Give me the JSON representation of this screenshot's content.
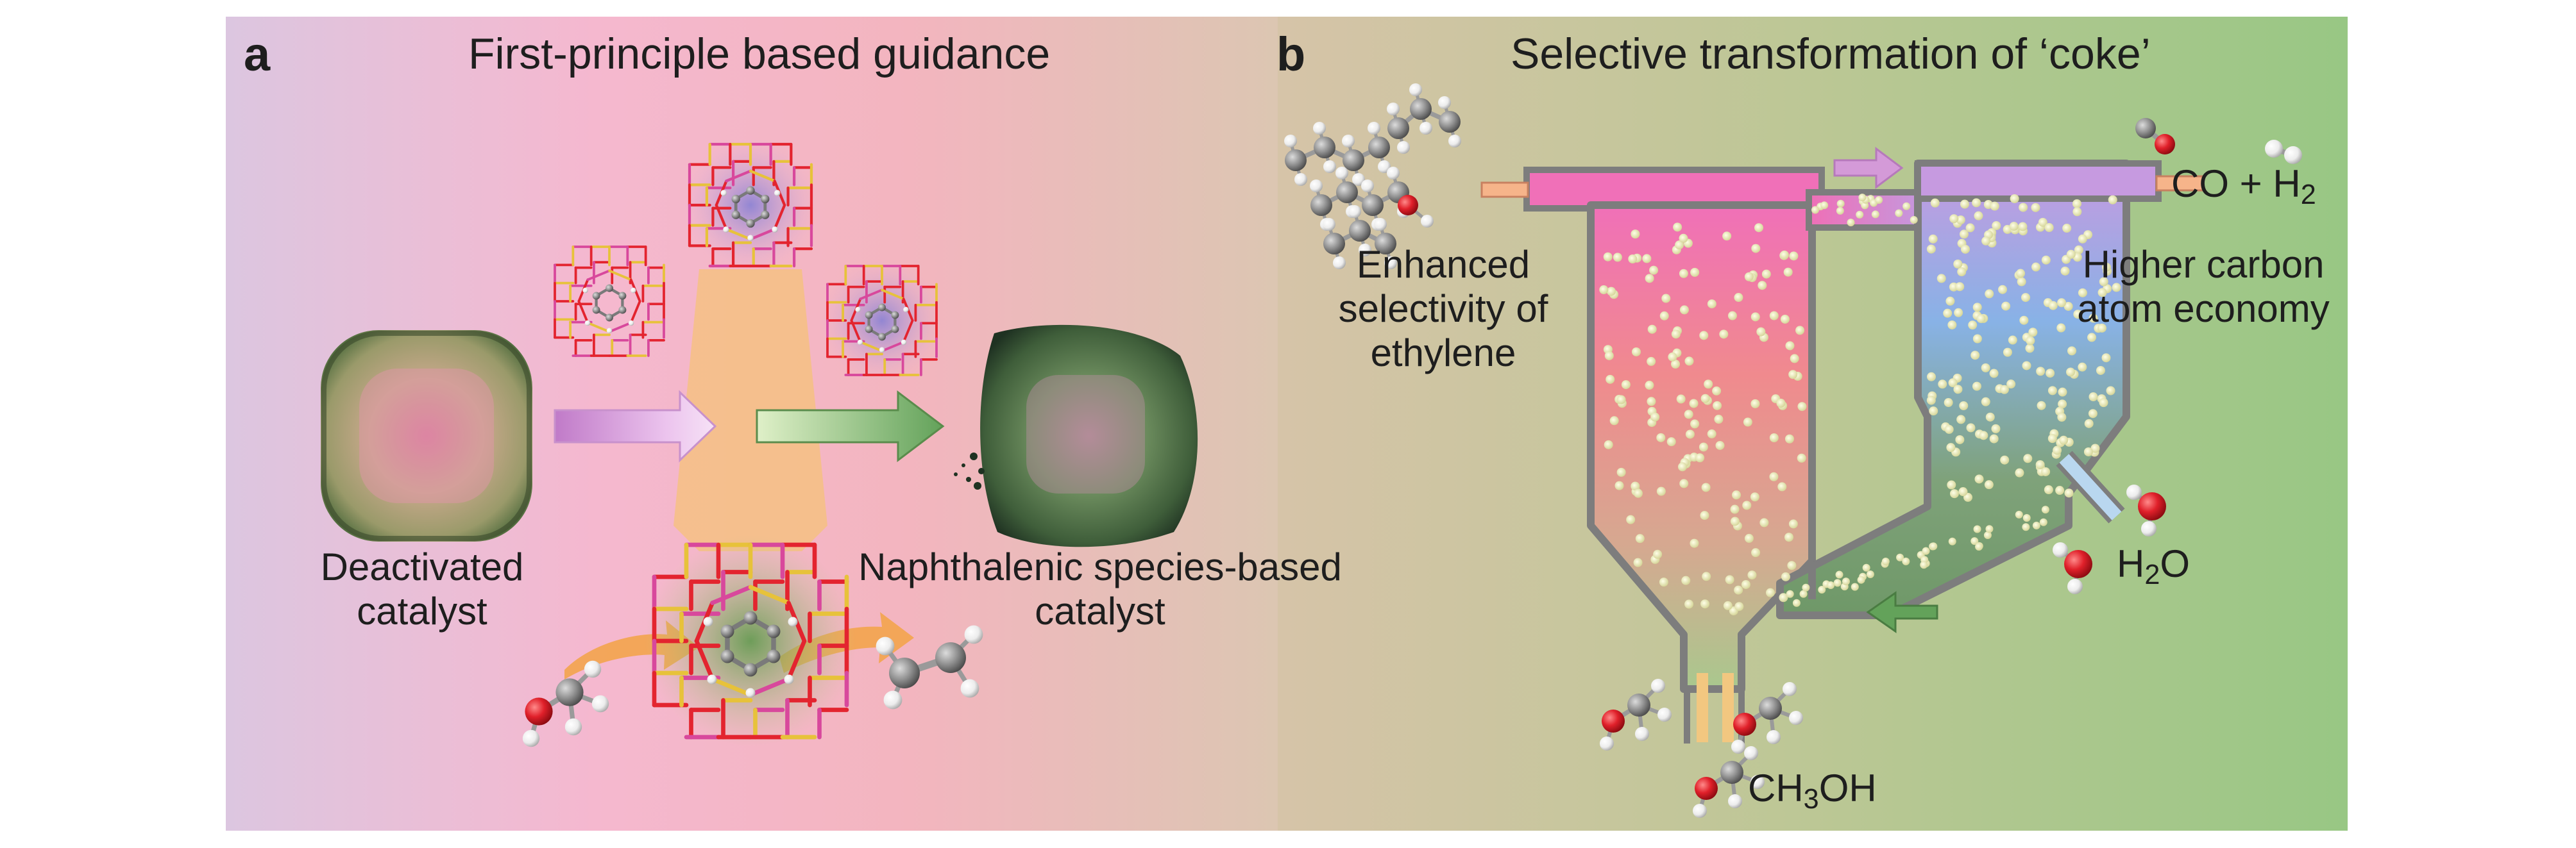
{
  "panel_a": {
    "letter": "a",
    "title": "First-principle based guidance",
    "deactivated_label": [
      "Deactivated",
      "catalyst"
    ],
    "naphthalenic_label": [
      "Naphthalenic species-based",
      "catalyst"
    ]
  },
  "panel_b": {
    "letter": "b",
    "title": "Selective transformation of ‘coke’",
    "ethylene_label": [
      "Enhanced",
      "selectivity of",
      "ethylene"
    ],
    "carbon_label": [
      "Higher carbon",
      "atom economy"
    ],
    "syngas": {
      "co": "CO + H",
      "sub": "2"
    },
    "water": {
      "h": "H",
      "sub": "2",
      "o": "O"
    },
    "methanol": {
      "ch": "CH",
      "sub": "3",
      "oh": "OH"
    }
  },
  "colors": {
    "panel_a_gradient": [
      "#dcc6e0",
      "#f5b8cf",
      "#f3b5bf",
      "#dcc6b2"
    ],
    "panel_b_gradient": [
      "#d6c4a8",
      "#bcc795",
      "#98c784"
    ],
    "reactor_wall": "#7d7d7d",
    "riser_top": "#f070b8",
    "riser_bottom": "#c9b58c",
    "regenerator_top": "#c69ae0",
    "regenerator_mid": "#88b2e6",
    "regenerator_bottom": "#6f9868",
    "particle": "#f0f0c0",
    "oxygen_atom": "#e0202a",
    "carbon_atom": "#8e8e8e",
    "hydrogen_atom": "#f4f4f4",
    "arrow_purple": "#d49ad8",
    "arrow_green": "#63a25a",
    "arrow_orange": "#f3a44c"
  }
}
